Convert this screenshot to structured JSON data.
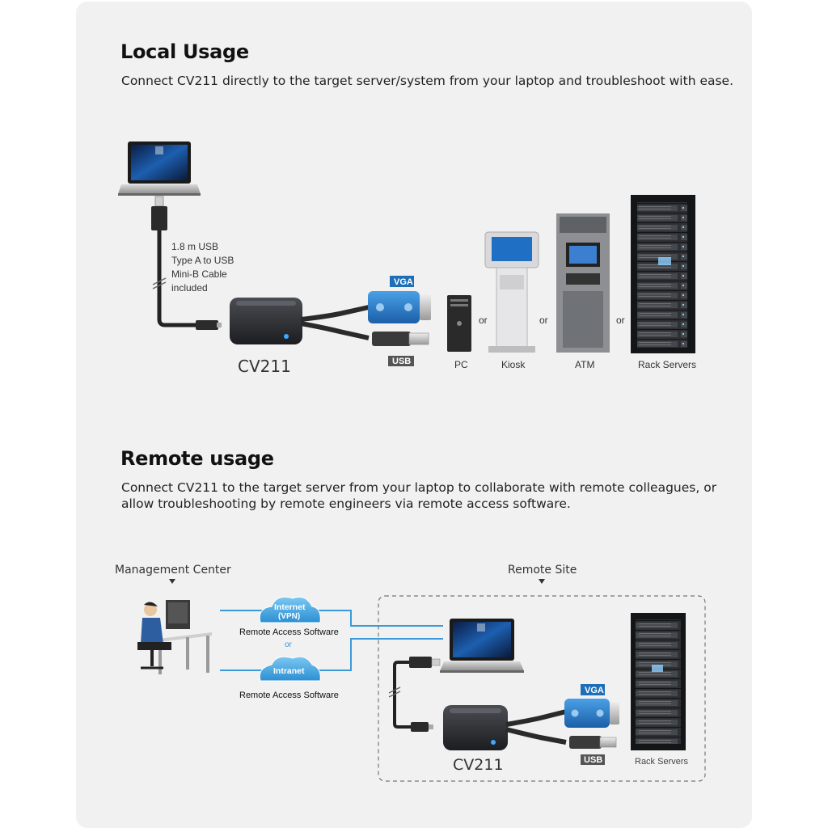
{
  "local": {
    "title": "Local Usage",
    "description": "Connect CV211 directly to the target server/system from your laptop and troubleshoot with ease.",
    "cable_note": [
      "1.8 m USB",
      "Type A to USB",
      "Mini-B Cable",
      "included"
    ],
    "device_label": "CV211",
    "vga_tag": "VGA",
    "usb_tag": "USB",
    "targets": [
      "PC",
      "Kiosk",
      "ATM",
      "Rack Servers"
    ],
    "or_label": "or"
  },
  "remote": {
    "title": "Remote usage",
    "description_line1": "Connect CV211 to the target server from your laptop to collaborate with remote colleagues, or",
    "description_line2": "allow troubleshooting by remote engineers via remote access software.",
    "management_center": "Management Center",
    "remote_site": "Remote Site",
    "cloud_internet": "Internet",
    "cloud_vpn": "(VPN)",
    "cloud_intranet": "Intranet",
    "software_label_1": "Remote Access Software",
    "or_label": "or",
    "software_label_2": "Remote Access Software",
    "device_label": "CV211",
    "vga_tag": "VGA",
    "usb_tag": "USB",
    "rack_label": "Rack Servers"
  },
  "colors": {
    "panel_bg": "#f1f1f2",
    "vga_blue": "#1e6fb8",
    "line_blue": "#3a9ad9",
    "dark": "#2b2b2b"
  }
}
